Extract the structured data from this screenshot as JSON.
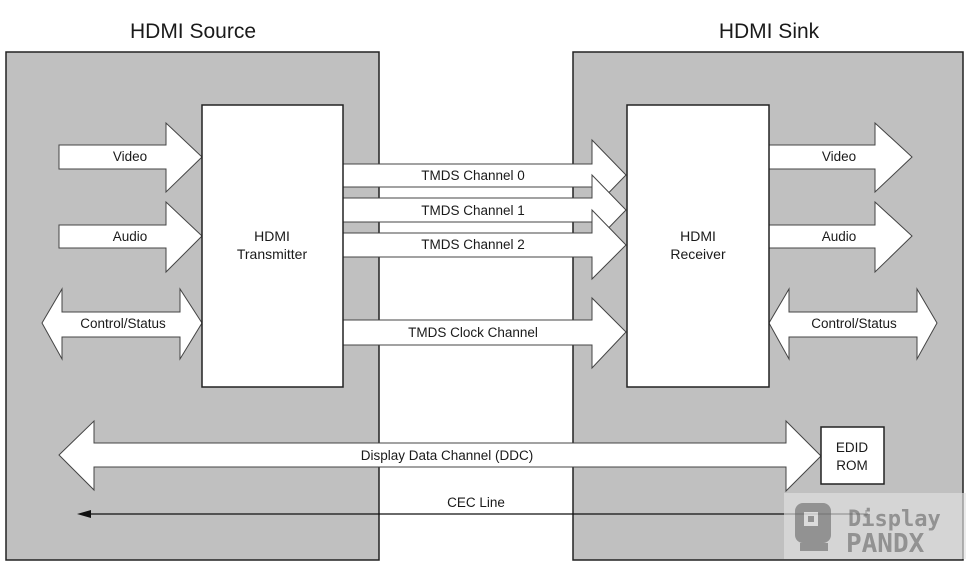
{
  "diagram": {
    "source": {
      "title": "HDMI Source",
      "block": [
        "HDMI",
        "Transmitter"
      ],
      "inputs": [
        {
          "label": "Video",
          "direction": "into-transmitter"
        },
        {
          "label": "Audio",
          "direction": "into-transmitter"
        },
        {
          "label": "Control/Status",
          "direction": "bidirectional"
        }
      ]
    },
    "sink": {
      "title": "HDMI Sink",
      "block": [
        "HDMI",
        "Receiver"
      ],
      "outputs": [
        {
          "label": "Video",
          "direction": "out-of-receiver"
        },
        {
          "label": "Audio",
          "direction": "out-of-receiver"
        },
        {
          "label": "Control/Status",
          "direction": "bidirectional"
        }
      ],
      "rom": [
        "EDID",
        "ROM"
      ]
    },
    "links": [
      {
        "label": "TMDS Channel 0",
        "from": "HDMI Transmitter",
        "to": "HDMI Receiver"
      },
      {
        "label": "TMDS Channel 1",
        "from": "HDMI Transmitter",
        "to": "HDMI Receiver"
      },
      {
        "label": "TMDS Channel 2",
        "from": "HDMI Transmitter",
        "to": "HDMI Receiver"
      },
      {
        "label": "TMDS Clock Channel",
        "from": "HDMI Transmitter",
        "to": "HDMI Receiver"
      },
      {
        "label": "Display Data Channel (DDC)",
        "from": "HDMI Source",
        "to": "EDID ROM",
        "direction": "bidirectional"
      },
      {
        "label": "CEC Line",
        "from": "HDMI Sink",
        "to": "HDMI Source",
        "direction": "line"
      }
    ],
    "watermark": {
      "line1": "Display",
      "line2": "PANDX"
    },
    "colors": {
      "panel": "#c0c0c0",
      "block": "#ffffff",
      "stroke": "#222222",
      "text": "#1a1a1a"
    }
  }
}
